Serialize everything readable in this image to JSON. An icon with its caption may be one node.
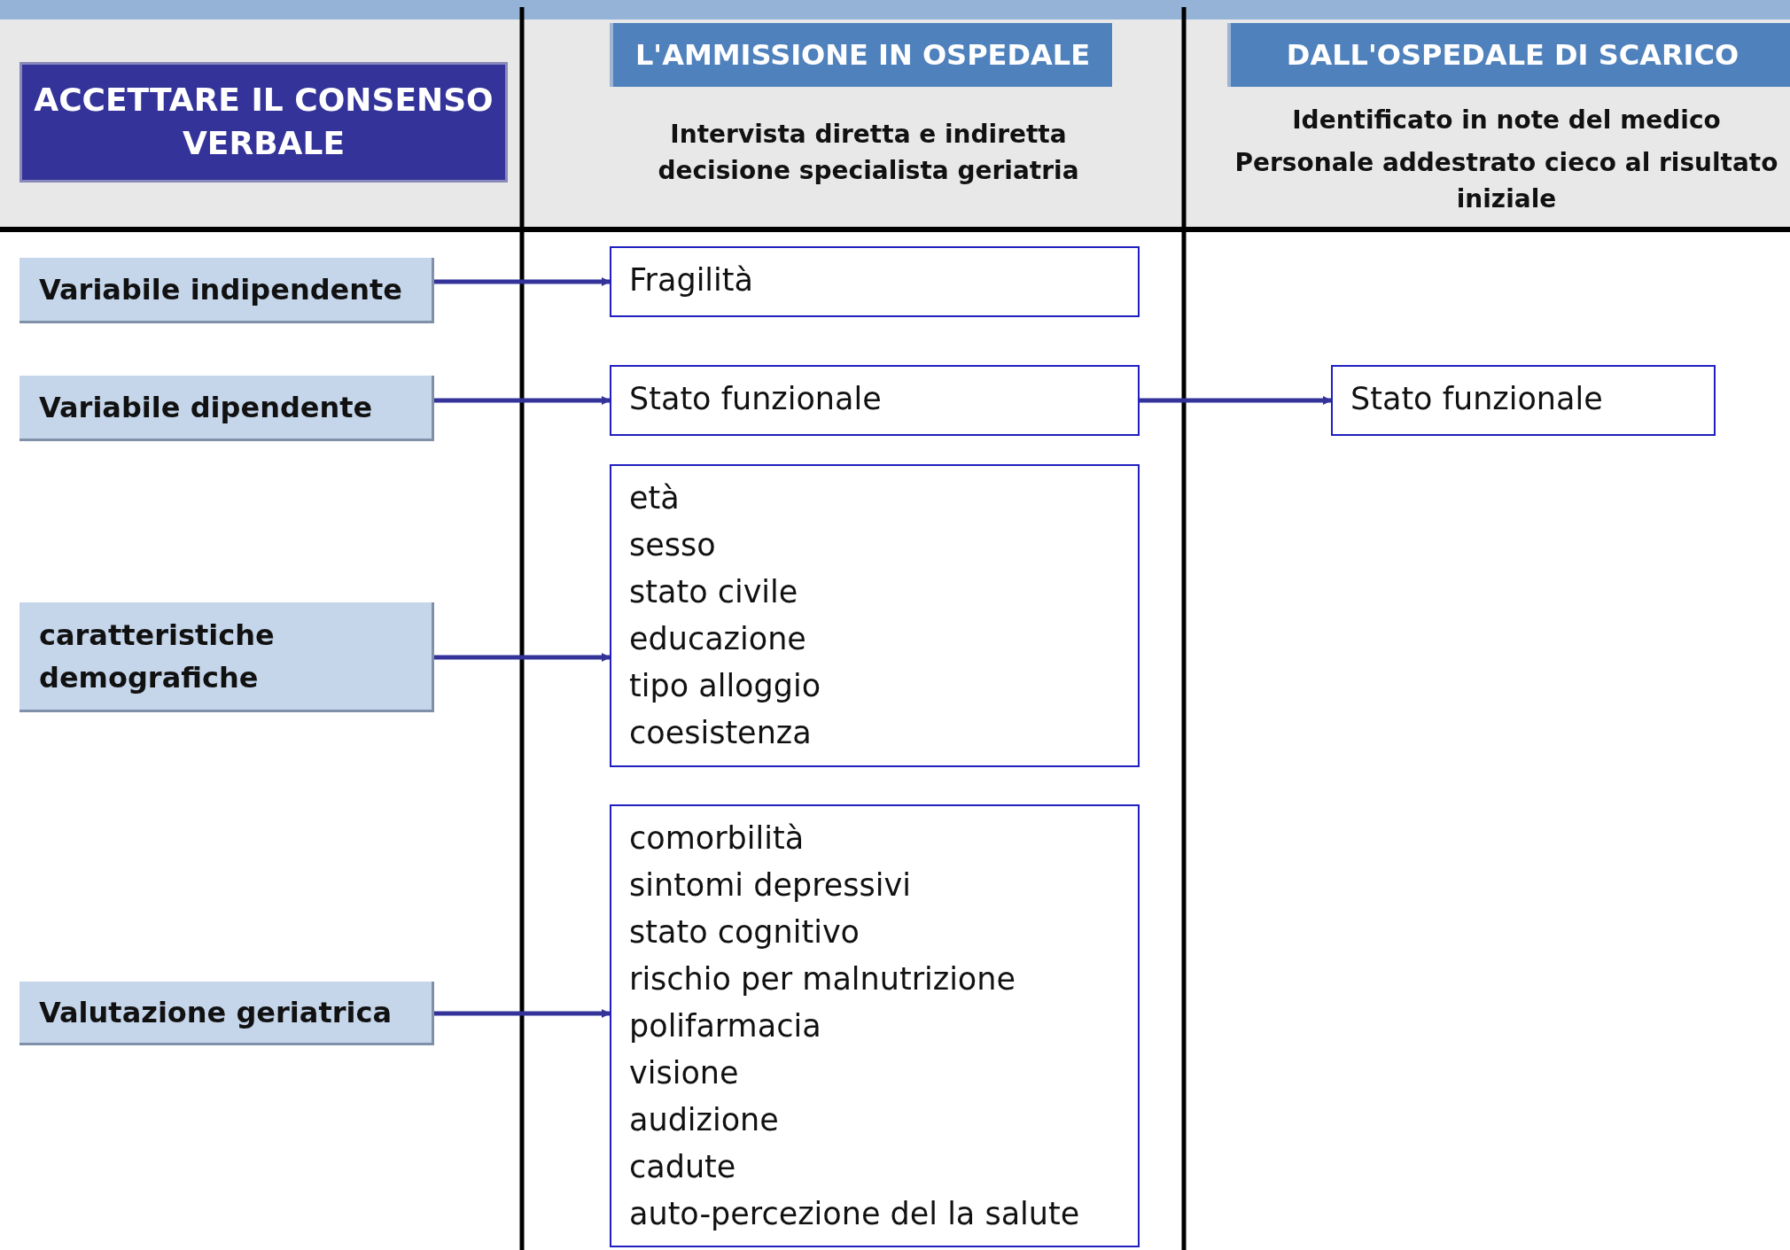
{
  "diagram": {
    "nodes": [
      {
        "text": [
          "ACCETTARE IL CONSENSO VERBALE"
        ]
      },
      {
        "text": [
          "L'AMMISSIONE IN OSPEDALE"
        ]
      },
      {
        "text": [
          "DALL'OSPEDALE DI SCARICO"
        ]
      },
      {
        "text": [
          "Variabile indipendente"
        ]
      },
      {
        "text": [
          "Variabile dipendente"
        ]
      },
      {
        "text": [
          "caratteristiche demografiche"
        ]
      },
      {
        "text": [
          "Valutazione geriatrica"
        ]
      },
      {
        "text": [
          "Fragilità"
        ]
      },
      {
        "text": [
          "Stato funzionale"
        ]
      },
      {
        "text": [
          "età",
          "sesso",
          "stato civile",
          "educazione",
          "tipo alloggio",
          "coesistenza"
        ]
      },
      {
        "text": [
          "comorbilità",
          "sintomi depressivi",
          "stato cognitivo",
          "rischio per malnutrizione",
          "polifarmacia",
          "visione",
          "audizione",
          "cadute",
          "auto-percezione del la salute"
        ]
      },
      {
        "text": [
          "Stato funzionale"
        ]
      }
    ],
    "edges": [
      {
        "from": 3,
        "to": 7,
        "arrow": "to"
      },
      {
        "from": 4,
        "to": 8,
        "arrow": "to"
      },
      {
        "from": 5,
        "to": 9,
        "arrow": "to"
      },
      {
        "from": 6,
        "to": 10,
        "arrow": "to"
      },
      {
        "from": 8,
        "to": 11,
        "arrow": "to"
      }
    ],
    "labels": [
      "Intervista diretta e indiretta decisione specialista geriatria",
      "Identificato in note del medico",
      "Personale addestrato cieco al risultato iniziale"
    ]
  }
}
